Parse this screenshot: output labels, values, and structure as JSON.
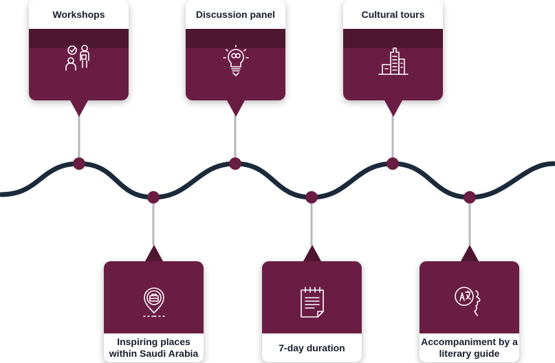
{
  "colors": {
    "wave": "#1b2a3a",
    "node": "#6a1d43",
    "connector": "#b5b8bc",
    "card_body": "#6a1d43",
    "card_band": "#4f1631",
    "label_text": "#161d2c"
  },
  "items_top": [
    {
      "label": "Workshops",
      "icon": "workshop-people-icon"
    },
    {
      "label": "Discussion panel",
      "icon": "lightbulb-idea-icon"
    },
    {
      "label": "Cultural tours",
      "icon": "city-buildings-icon"
    }
  ],
  "items_bottom": [
    {
      "label": "Inspiring places within Saudi Arabia",
      "icon": "location-pin-briefcase-icon"
    },
    {
      "label": "7-day duration",
      "icon": "notepad-calendar-icon"
    },
    {
      "label": "Accompaniment by a literary guide",
      "icon": "translation-speech-icon"
    }
  ]
}
